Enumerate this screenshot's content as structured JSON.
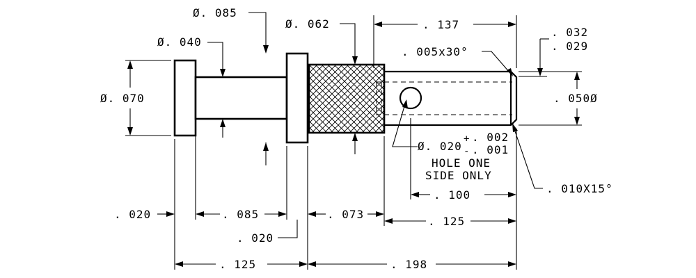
{
  "labels": {
    "dia_085": "Ø. 085",
    "dia_062": "Ø. 062",
    "dia_040": "Ø. 040",
    "dia_070": "Ø. 070",
    "len_137": ". 137",
    "chamfer_005": ". 005x30°",
    "thick_032": ". 032",
    "thick_029": ". 029",
    "dia_050": ". 050Ø",
    "hole_dia": "Ø. 020",
    "tol_plus": "+",
    "tol_minus": "-",
    "tol_plus_val": ". 002",
    "tol_minus_val": ". 001",
    "hole_note_1": "HOLE ONE",
    "hole_note_2": "SIDE ONLY",
    "len_100": ". 100",
    "chamfer_010": ". 010X15°",
    "len_020_left": ". 020",
    "len_085": ". 085",
    "len_073": ". 073",
    "len_125_right": ". 125",
    "len_020_flange": ". 020",
    "len_125_bottom": ". 125",
    "len_198": ". 198"
  }
}
